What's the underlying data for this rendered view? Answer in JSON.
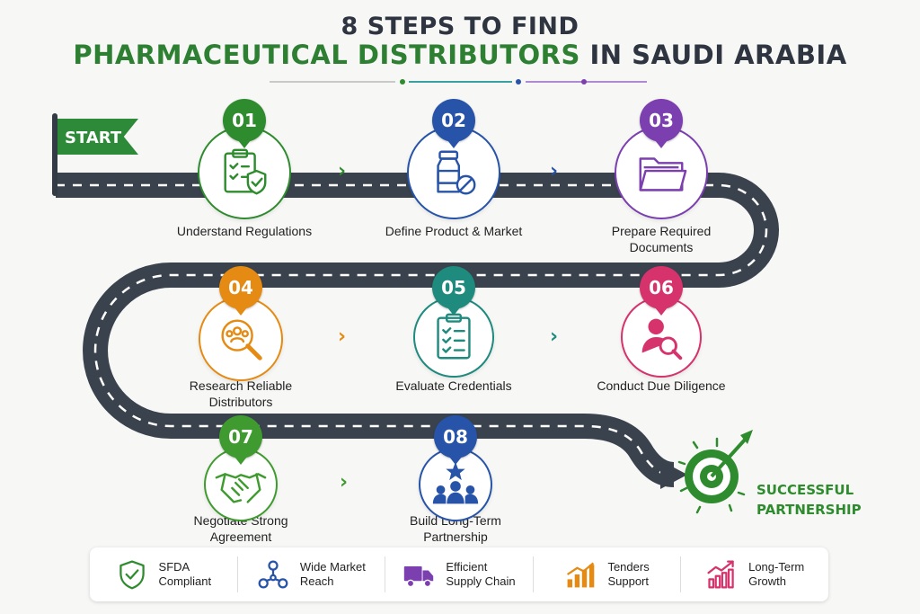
{
  "title": {
    "line1": "8 STEPS TO FIND",
    "line2_highlight": "PHARMACEUTICAL DISTRIBUTORS",
    "line2_rest": "IN SAUDI ARABIA"
  },
  "start_flag": "START",
  "steps": [
    {
      "number": "01",
      "label": "Understand Regulations",
      "color": "#2e8b2e",
      "icon": "clipboard-shield-icon"
    },
    {
      "number": "02",
      "label": "Define Product & Market",
      "color": "#2753a8",
      "icon": "medicine-bottle-pill-icon"
    },
    {
      "number": "03",
      "label": "Prepare Required Documents",
      "color": "#7b3fb0",
      "icon": "folder-icon"
    },
    {
      "number": "04",
      "label": "Research Reliable Distributors",
      "color": "#e58a12",
      "icon": "people-magnifier-icon"
    },
    {
      "number": "05",
      "label": "Evaluate Credentials",
      "color": "#1f8a7e",
      "icon": "checklist-icon"
    },
    {
      "number": "06",
      "label": "Conduct Due Diligence",
      "color": "#d6336c",
      "icon": "person-search-icon"
    },
    {
      "number": "07",
      "label": "Negotiate Strong Agreement",
      "color": "#3f9b2f",
      "icon": "handshake-icon"
    },
    {
      "number": "08",
      "label": "Build Long-Term Partnership",
      "color": "#2753a8",
      "icon": "team-star-icon"
    }
  ],
  "goal": {
    "line1": "SUCCESSFUL",
    "line2": "PARTNERSHIP",
    "icon": "target-arrow-icon",
    "color": "#2e8b2e"
  },
  "features": [
    {
      "label": "SFDA\nCompliant",
      "icon": "shield-check-icon",
      "color": "#2e8b2e"
    },
    {
      "label": "Wide Market\nReach",
      "icon": "network-icon",
      "color": "#2753a8"
    },
    {
      "label": "Efficient\nSupply Chain",
      "icon": "truck-icon",
      "color": "#7b3fb0"
    },
    {
      "label": "Tenders\nSupport",
      "icon": "bar-chart-icon",
      "color": "#e58a12"
    },
    {
      "label": "Long-Term\nGrowth",
      "icon": "growth-chart-icon",
      "color": "#d6336c"
    }
  ],
  "colors": {
    "road": "#3a434d",
    "road_dash": "#ffffff"
  }
}
